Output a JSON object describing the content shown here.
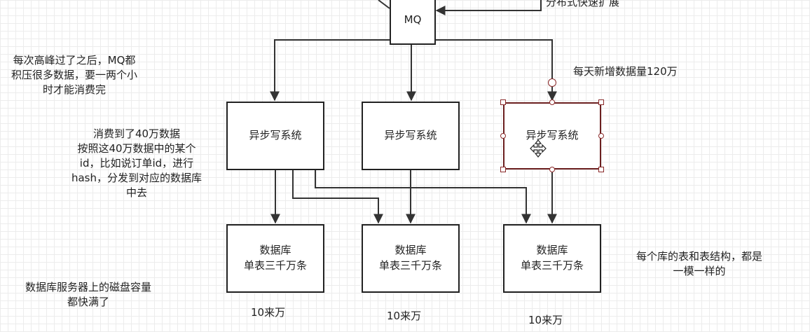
{
  "mq": {
    "label": "MQ"
  },
  "notes": {
    "scale_out": "分布式快速扩展",
    "backlog": [
      "每次高峰过了之后，MQ都",
      "积压很多数据，要一两个小",
      "时才能消费完"
    ],
    "daily_new": "每天新增数据量120万",
    "consume": [
      "消费到了40万数据",
      "按照这40万数据中的某个",
      "id，比如说订单id，进行",
      "hash，分发到对应的数据库",
      "中去"
    ],
    "disk_full": [
      "数据库服务器上的磁盘容量",
      "都快满了"
    ],
    "same_schema": [
      "每个库的表和表结构，都是",
      "一模一样的"
    ]
  },
  "writers": [
    {
      "label": "异步写系统"
    },
    {
      "label": "异步写系统"
    },
    {
      "label": "异步写系统"
    }
  ],
  "databases": [
    {
      "line1": "数据库",
      "line2": "单表三千万条",
      "count": "10来万"
    },
    {
      "line1": "数据库",
      "line2": "单表三千万条",
      "count": "10来万"
    },
    {
      "line1": "数据库",
      "line2": "单表三千万条",
      "count": "10来万"
    }
  ],
  "colors": {
    "line": "#333333",
    "selection": "#8a2a2a"
  }
}
